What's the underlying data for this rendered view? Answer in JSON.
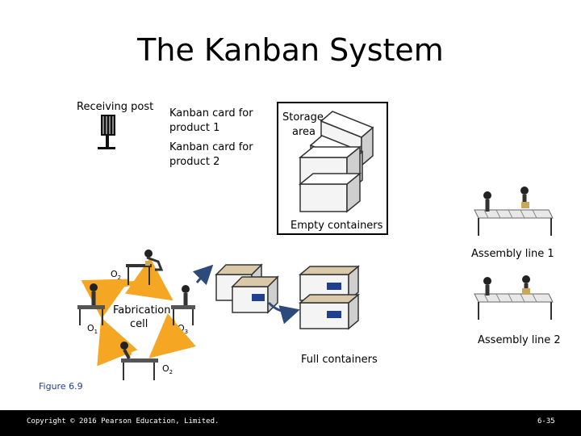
{
  "title": "The Kanban System",
  "labels": {
    "receiving_post": "Receiving post",
    "kanban_card_1a": "Kanban card for",
    "kanban_card_1b": "product 1",
    "kanban_card_2a": "Kanban card for",
    "kanban_card_2b": "product 2",
    "storage_a": "Storage",
    "storage_b": "area",
    "empty_containers": "Empty containers",
    "assembly_line_1": "Assembly line 1",
    "assembly_line_2": "Assembly line 2",
    "full_containers": "Full containers",
    "fabrication_a": "Fabrication",
    "fabrication_b": "cell",
    "o1": "O",
    "o1_sub": "1",
    "o2_top": "O",
    "o2_top_sub": "2",
    "o3": "O",
    "o3_sub": "3",
    "o2_bottom": "O",
    "o2_bottom_sub": "2",
    "figure": "Figure 6.9"
  },
  "footer": {
    "copyright": "Copyright © 2016 Pearson Education, Limited.",
    "page": "6-35"
  },
  "colors": {
    "arrow_orange": "#f5a623",
    "arrow_navy": "#2c4a7a",
    "accent_blue": "#1f3f8f"
  }
}
